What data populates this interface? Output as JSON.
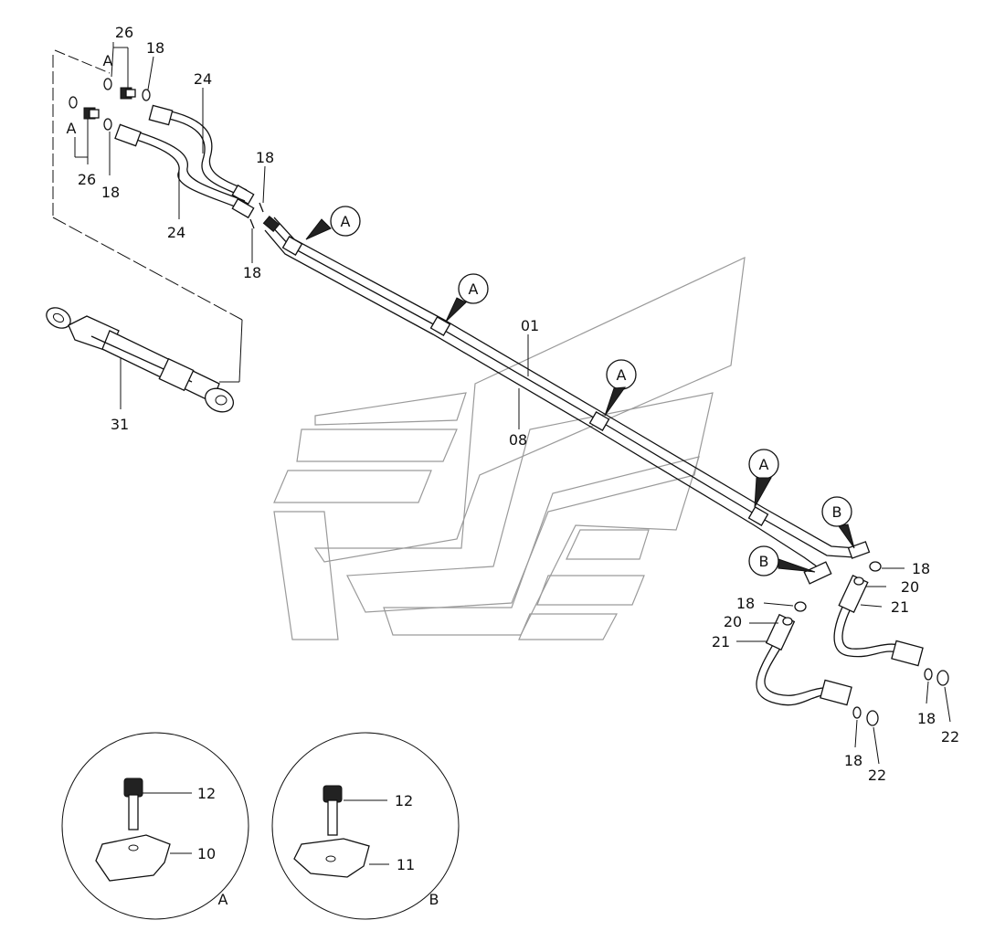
{
  "callouts": {
    "p01": "01",
    "p08": "08",
    "p10": "10",
    "p11": "11",
    "p12": "12",
    "p18": "18",
    "p20": "20",
    "p21": "21",
    "p22": "22",
    "p24": "24",
    "p26": "26",
    "p31": "31"
  },
  "refs": {
    "a": "A",
    "b": "B"
  }
}
